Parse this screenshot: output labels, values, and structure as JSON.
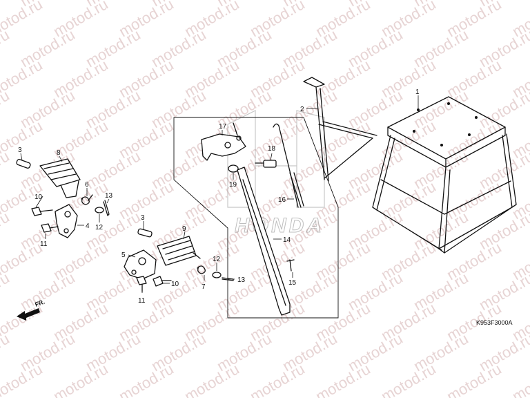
{
  "watermark": {
    "text": "motod.ru",
    "color": "#e7d4d4"
  },
  "brand_mark": {
    "text": "HONDA"
  },
  "diagram_code": "K953F3000A",
  "direction_marker": {
    "label": "FR.",
    "icon": "arrow-forward-icon"
  },
  "callouts": {
    "c1": "1",
    "c2": "2",
    "c3a": "3",
    "c3b": "3",
    "c4": "4",
    "c5": "5",
    "c6": "6",
    "c7": "7",
    "c8": "8",
    "c9": "9",
    "c10a": "10",
    "c10b": "10",
    "c11a": "11",
    "c11b": "11",
    "c12a": "12",
    "c12b": "12",
    "c13a": "13",
    "c13b": "13",
    "c14": "14",
    "c15": "15",
    "c16": "16",
    "c17": "17",
    "c18": "18",
    "c19": "19"
  }
}
